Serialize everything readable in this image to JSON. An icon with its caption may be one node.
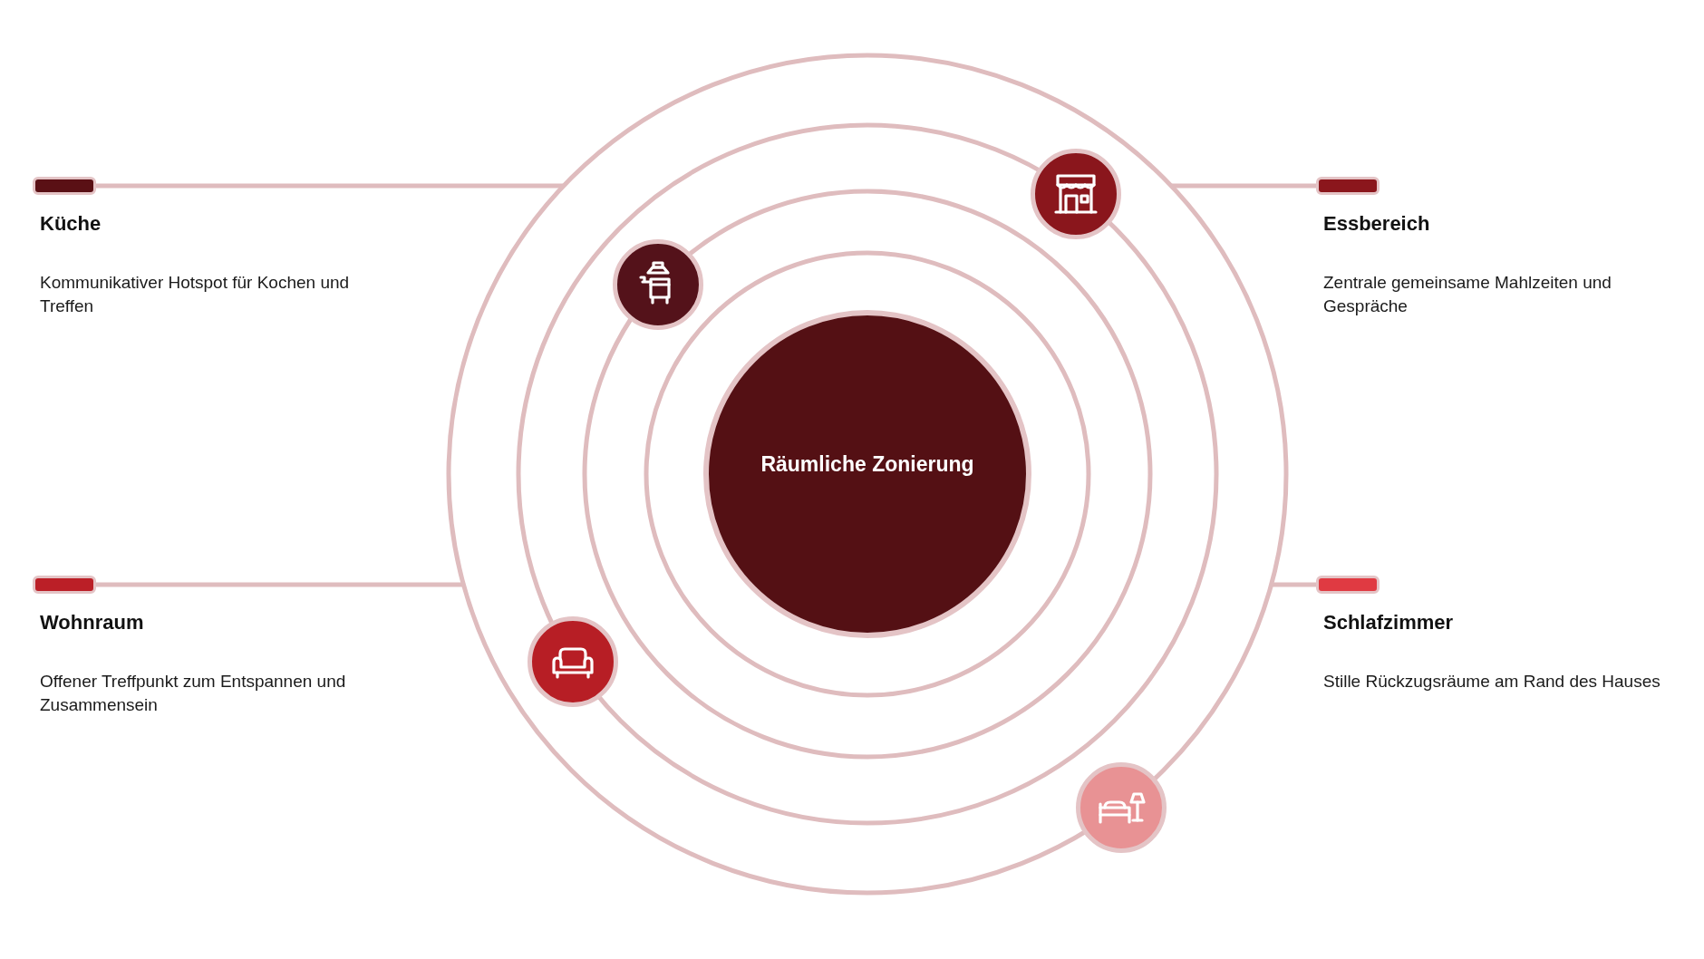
{
  "diagram": {
    "nodes": [
      {
        "text": [
          "Räumliche Zonierung"
        ]
      },
      {
        "text": [
          "Küche",
          "Kommunikativer Hotspot für Kochen und Treffen"
        ]
      },
      {
        "text": [
          "Essbereich",
          "Zentrale gemeinsame Mahlzeiten und Gespräche"
        ]
      },
      {
        "text": [
          "Wohnraum",
          "Offener Treffpunkt zum Entspannen und Zusammensein"
        ]
      },
      {
        "text": [
          "Schlafzimmer",
          "Stille Rückzugsräume am Rand des Hauses"
        ]
      },
      {
        "text": [],
        "shape": "circle"
      },
      {
        "text": [],
        "shape": "circle"
      },
      {
        "text": [],
        "shape": "circle"
      },
      {
        "text": [],
        "shape": "circle"
      }
    ],
    "edges": [
      {
        "from": 1,
        "to": null,
        "arrow": "none"
      },
      {
        "from": 2,
        "to": null,
        "arrow": "none"
      },
      {
        "from": 3,
        "to": null,
        "arrow": "none"
      },
      {
        "from": 4,
        "to": null,
        "arrow": "none"
      }
    ]
  }
}
